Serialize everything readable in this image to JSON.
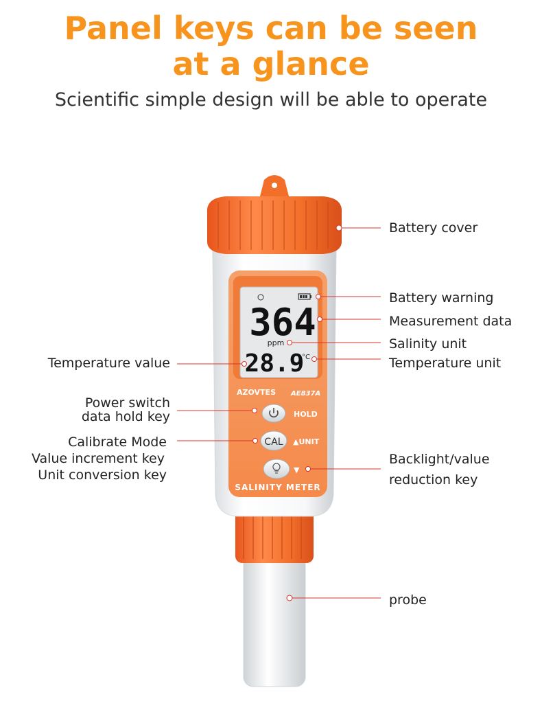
{
  "headline": {
    "line1": "Panel keys can be seen",
    "line2": "at a glance",
    "subtitle": "Scientific simple design will be able to operate"
  },
  "device": {
    "brand": "AZOVTES",
    "model": "AE837A",
    "product_name": "SALINITY METER",
    "display": {
      "measurement": "364",
      "unit": "ppm",
      "temperature": "28.9",
      "temp_unit": "°C"
    },
    "buttons": {
      "power_label": "HOLD",
      "cal_text": "CAL",
      "unit_label": "▲UNIT",
      "down_label": "▼"
    }
  },
  "callouts": {
    "battery_cover": "Battery cover",
    "battery_warning": "Battery warning",
    "measurement_data": "Measurement data",
    "salinity_unit": "Salinity unit",
    "temperature_unit": "Temperature unit",
    "temperature_value": "Temperature value",
    "power_switch_1": "Power switch",
    "power_switch_2": "data hold key",
    "calibrate_1": "Calibrate Mode",
    "calibrate_2": "Value increment key",
    "calibrate_3": "Unit conversion key",
    "backlight_1": "Backlight/value",
    "backlight_2": "reduction key",
    "probe": "probe"
  },
  "colors": {
    "accent": "#f7941d",
    "device_orange": "#f26f2a",
    "callout_line": "#d9342b"
  }
}
